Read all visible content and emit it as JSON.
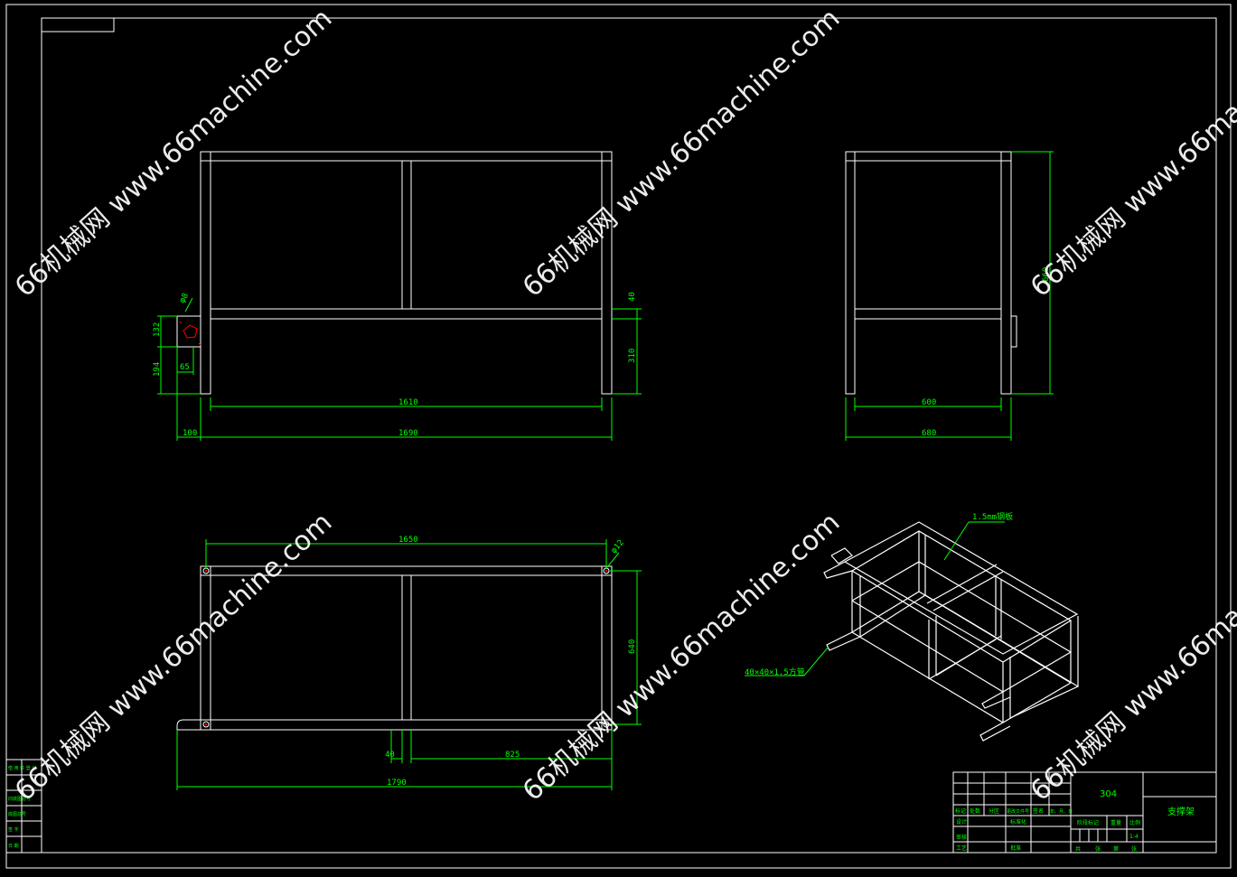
{
  "watermark": "66机械网 www.66machine.com",
  "colors": {
    "background": "#000000",
    "outline": "#ffffff",
    "dimension": "#00ff00",
    "marker": "#ff0000"
  },
  "front_view": {
    "dim_40": "40",
    "dim_310": "310",
    "dim_1610": "1610",
    "dim_1690": "1690",
    "dim_100": "100",
    "dim_65": "65",
    "dim_132": "132",
    "dim_194": "194",
    "dim_phi": "φ8"
  },
  "side_view": {
    "dim_height": "660",
    "dim_600": "600",
    "dim_680": "680"
  },
  "top_view": {
    "dim_1650": "1650",
    "dim_640": "640",
    "dim_40": "40",
    "dim_825": "825",
    "dim_1790": "1790",
    "dim_phi": "φ12"
  },
  "iso_view": {
    "plate_label": "1.5mm钢板",
    "tube_label": "40×40×1.5方管"
  },
  "title_block": {
    "material": "304",
    "part_name": "支撑架",
    "row_labels": [
      "标记",
      "处数",
      "分区",
      "更改文件号",
      "签名",
      "年、月、日"
    ],
    "design": "设计",
    "standardize": "标准化",
    "review": "审核",
    "process": "工艺",
    "approve": "批准",
    "stage_mark": "阶段标记",
    "weight": "重量",
    "scale": "比例",
    "scale_value": "1:4",
    "sheet_total": "共",
    "sheet_label": "张",
    "sheet_no": "第",
    "sheet_label2": "张"
  },
  "left_strip": [
    "借 用 件 登 记",
    "旧底图总号",
    "底图总号",
    "签 字",
    "日 期"
  ]
}
